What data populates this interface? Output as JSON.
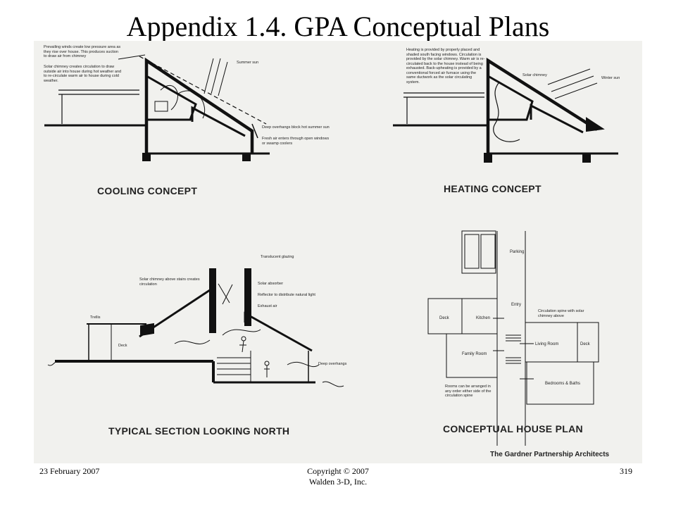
{
  "slide": {
    "title": "Appendix 1.4. GPA Conceptual Plans",
    "footer": {
      "date": "23 February 2007",
      "copyright_line1": "Copyright © 2007",
      "copyright_line2": "Walden 3-D, Inc.",
      "page_number": "319"
    }
  },
  "figure": {
    "credit": "The Gardner Partnership Architects",
    "cooling": {
      "caption": "COOLING CONCEPT",
      "note_winds": "Prevailing winds create low pressure area as they rise over house. This produces suction to draw air from chimney",
      "note_chimney": "Solar chimney creates circulation to draw outside air into house during hot weather and to re-circulate warm air to house during cold weather.",
      "note_sun": "Summer sun",
      "note_overhang": "Deep overhangs block hot summer sun",
      "note_fresh_air": "Fresh air enters through open windows or swamp coolers"
    },
    "heating": {
      "caption": "HEATING CONCEPT",
      "note_heating": "Heating is provided by properly placed and shaded south facing windows. Circulation is provided by the solar chimney. Warm air is re-circulated back to the house instead of being exhausted. Back-upheating is provided by a conventional forced air furnace using the same ductwork as the solar circulating system.",
      "note_chimney": "Solar chimney",
      "note_sun": "Winter sun"
    },
    "section": {
      "caption": "TYPICAL SECTION LOOKING NORTH",
      "note_glazing": "Translucent glazing",
      "note_chimney": "Solar chimney above stairs creates circulation",
      "note_absorber": "Solar absorber",
      "note_reflector": "Reflector to distribute natural light",
      "note_exhaust": "Exhaust air",
      "note_trellis": "Trellis",
      "note_deck": "Deck",
      "note_overhangs": "Deep overhangs"
    },
    "plan": {
      "caption": "CONCEPTUAL HOUSE PLAN",
      "parking": "Parking",
      "entry": "Entry",
      "spine_note": "Circulation spine with solar chimney above",
      "deck_left": "Deck",
      "kitchen": "Kitchen",
      "family_room": "Family Room",
      "living_room": "Living Room",
      "deck_right": "Deck",
      "bedrooms": "Bedrooms & Baths",
      "rooms_note": "Rooms can be arranged in any order either side of the circulation spine"
    }
  }
}
